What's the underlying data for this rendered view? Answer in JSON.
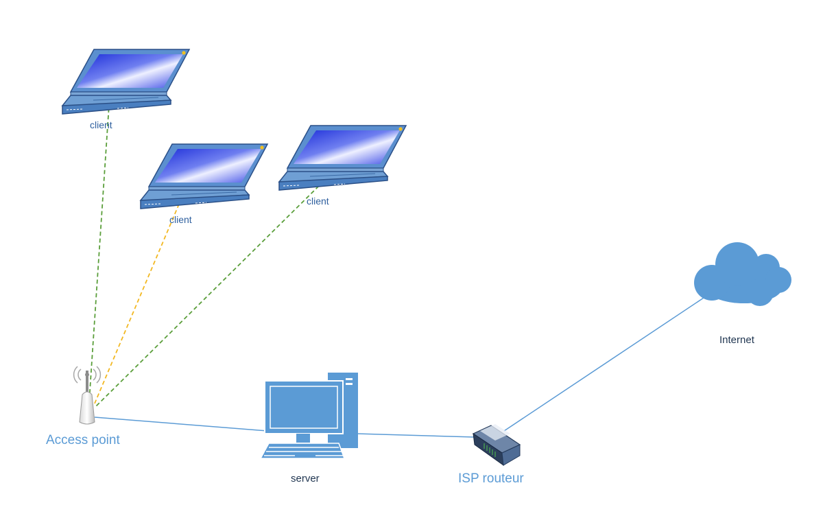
{
  "labels": {
    "client_1": "client",
    "client_2": "client",
    "client_3": "client",
    "access_point": "Access point",
    "server": "server",
    "isp_router": "ISP routeur",
    "internet": "Internet"
  },
  "colors": {
    "wired_link": "#5b9bd5",
    "wireless_link_green": "#5a9e3a",
    "wireless_link_yellow": "#f2b822",
    "device_blue": "#5b9bd5",
    "laptop_screen": "#2a3de0",
    "cloud": "#5b9bd5"
  },
  "icons": {
    "client_1": "laptop-icon",
    "client_2": "laptop-icon",
    "client_3": "laptop-icon",
    "access_point": "wireless-access-point-icon",
    "server": "desktop-computer-icon",
    "isp_router": "router-icon",
    "internet": "cloud-icon"
  }
}
